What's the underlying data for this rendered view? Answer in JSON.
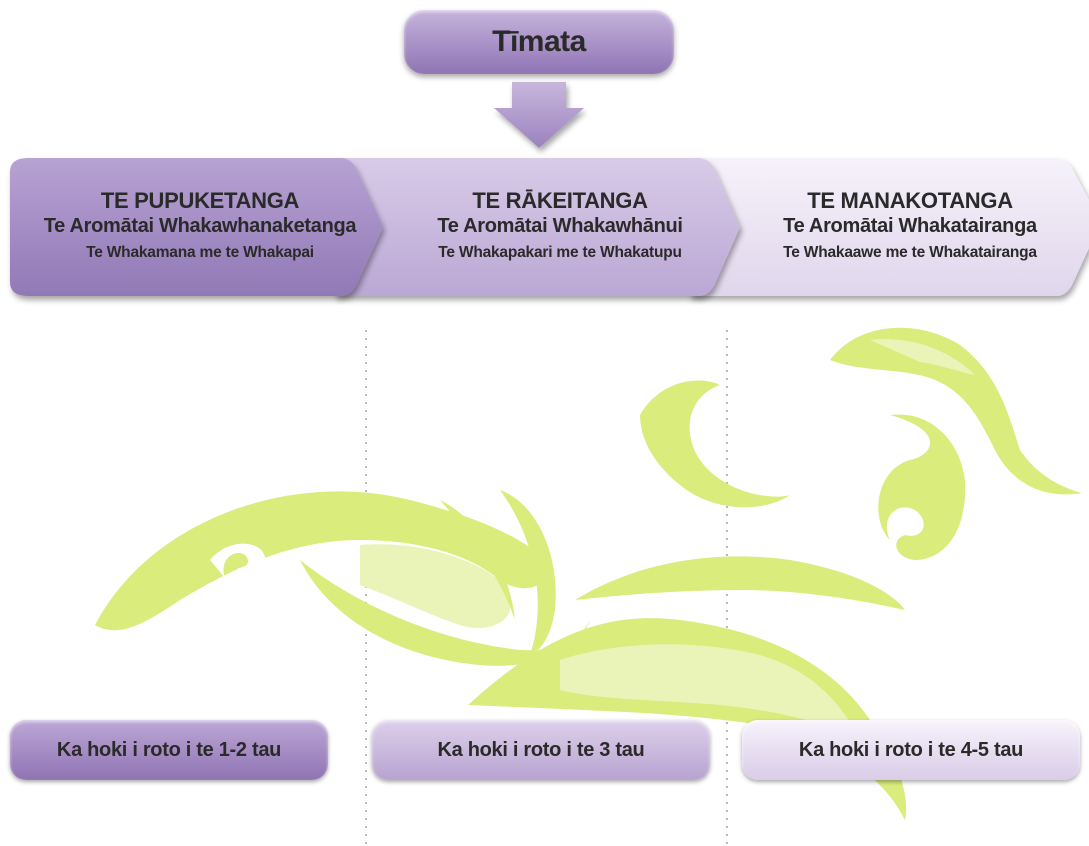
{
  "start": {
    "label": "Tīmata"
  },
  "phases": [
    {
      "title": "TE PUPUKETANGA",
      "subtitle": "Te Aromātai Whakawhanaketanga",
      "detail": "Te Whakamana me te Whakapai",
      "color": "#9a80bd"
    },
    {
      "title": "TE RĀKEITANGA",
      "subtitle": "Te Aromātai Whakawhānui",
      "detail": "Te Whakapakari me te Whakatupu",
      "color": "#c5b3da"
    },
    {
      "title": "TE MANAKOTANGA",
      "subtitle": "Te Aromātai Whakatairanga",
      "detail": "Te Whakaawe me te Whakatairanga",
      "color": "#ebe4f3"
    }
  ],
  "footers": [
    {
      "label": "Ka hoki i roto i te 1-2 tau"
    },
    {
      "label": "Ka hoki i roto i te 3 tau"
    },
    {
      "label": "Ka hoki i roto i te 4-5 tau"
    }
  ],
  "colors": {
    "koru": "#d9ec7c",
    "koru_light": "#eaf4b8",
    "divider": "#b8b8b8"
  }
}
